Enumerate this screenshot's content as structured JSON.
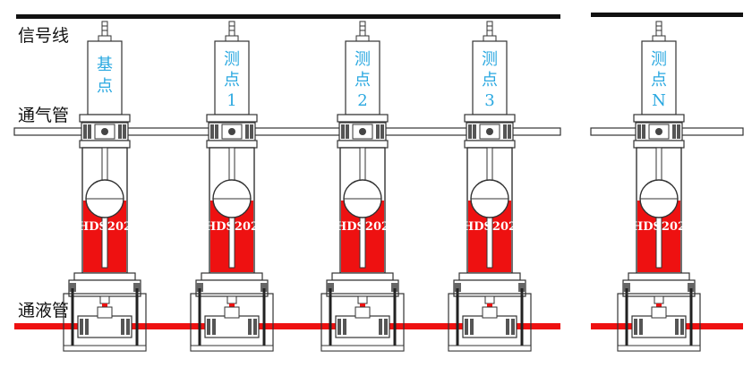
{
  "labels": {
    "signal_line": "信号线",
    "air_pipe": "通气管",
    "liquid_pipe": "通液管"
  },
  "units": [
    {
      "sensor_lines": [
        "基",
        "点"
      ],
      "model": "HDS202"
    },
    {
      "sensor_lines": [
        "测",
        "点",
        "1"
      ],
      "model": "HDS202"
    },
    {
      "sensor_lines": [
        "测",
        "点",
        "2"
      ],
      "model": "HDS202"
    },
    {
      "sensor_lines": [
        "测",
        "点",
        "3"
      ],
      "model": "HDS202"
    },
    {
      "sensor_lines": [
        "测",
        "点",
        "N"
      ],
      "model": "HDS202"
    }
  ],
  "colors": {
    "liquid": "#ee1111",
    "sensor_text": "#2aa8e0",
    "line": "#111111"
  }
}
